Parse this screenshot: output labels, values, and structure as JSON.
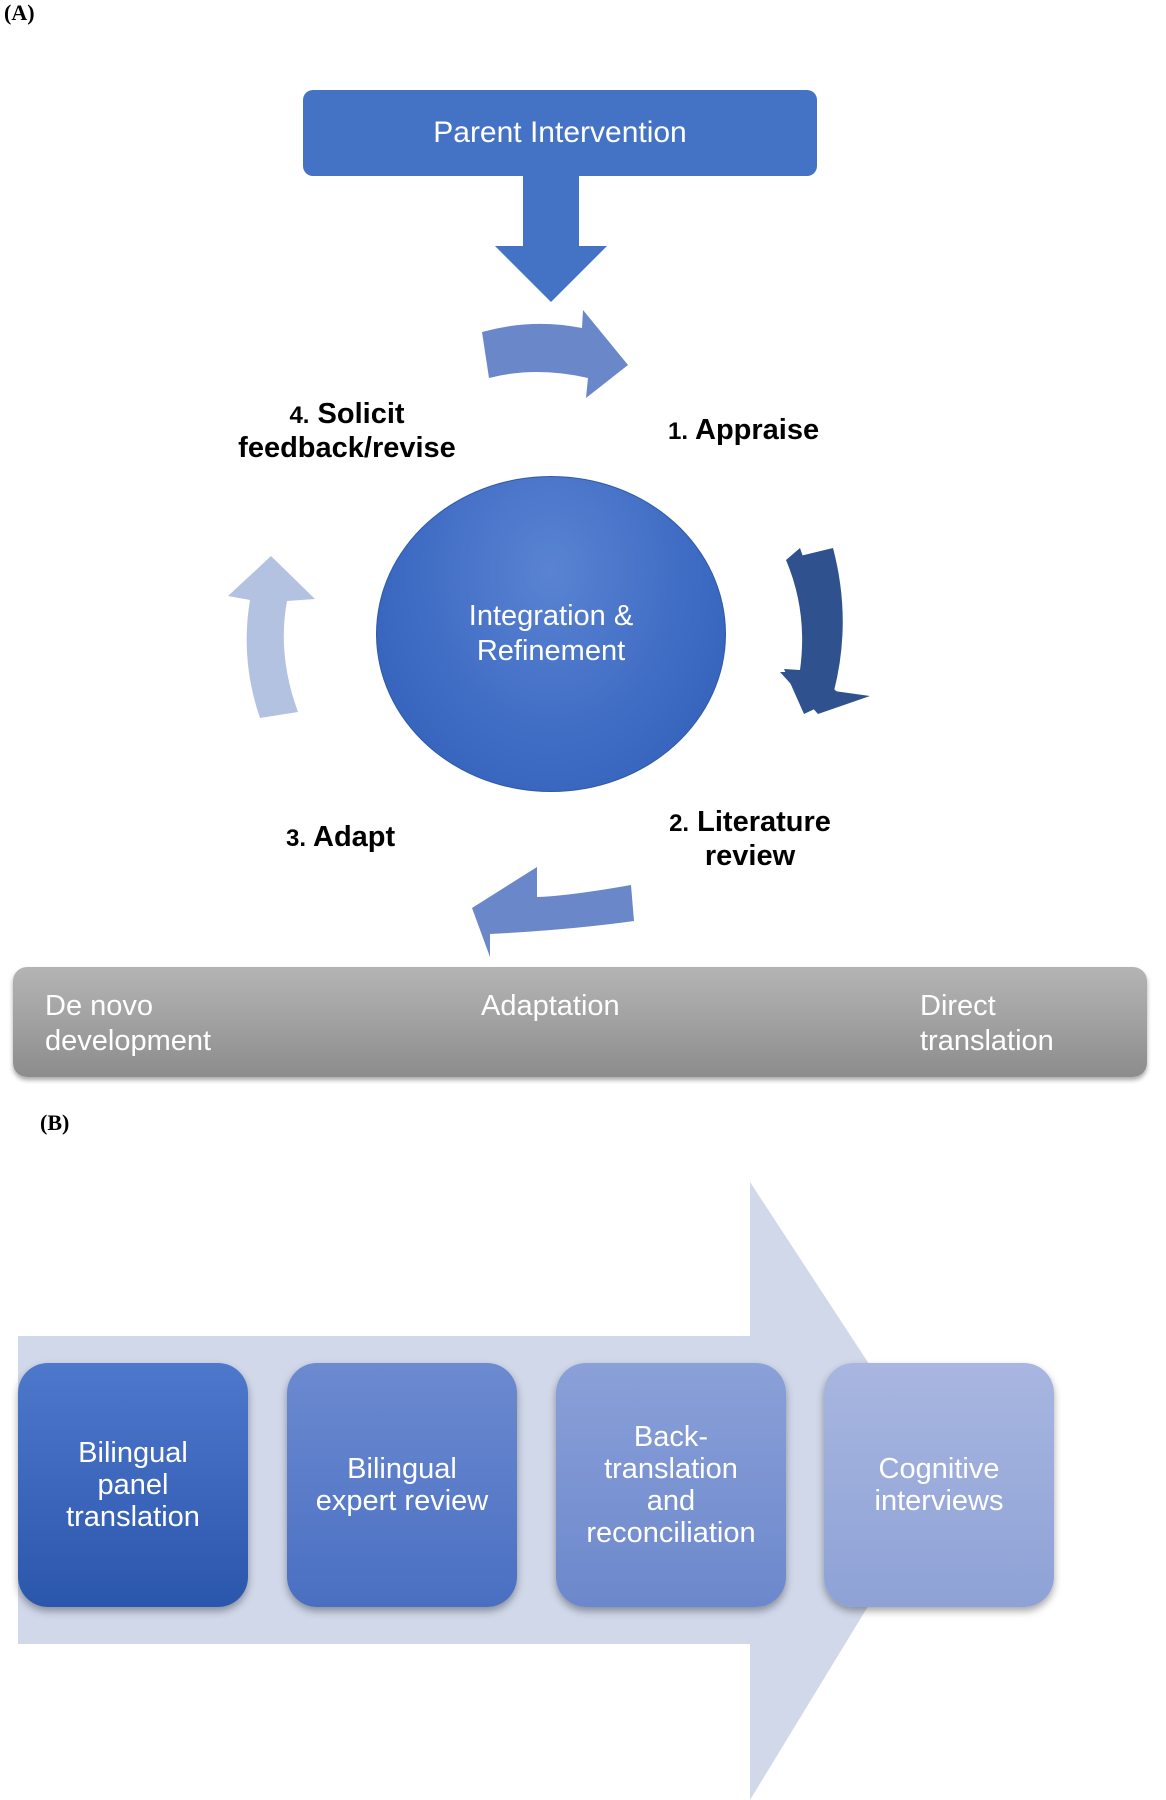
{
  "panel_a": {
    "label": "(A)",
    "parent_box": "Parent Intervention",
    "center": {
      "line1": "Integration &",
      "line2": "Refinement"
    },
    "steps": [
      {
        "num": "1.",
        "label": "Appraise"
      },
      {
        "num": "2.",
        "label_line1": "Literature",
        "label_line2": "review"
      },
      {
        "num": "3.",
        "label": "Adapt"
      },
      {
        "num": "4.",
        "label_line1": "Solicit",
        "label_line2": "feedback/revise"
      }
    ],
    "scale": {
      "left_line1": "De novo",
      "left_line2": "development",
      "middle": "Adaptation",
      "right_line1": "Direct",
      "right_line2": "translation"
    }
  },
  "panel_b": {
    "label": "(B)",
    "boxes": [
      {
        "lines": [
          "Bilingual",
          "panel",
          "translation"
        ]
      },
      {
        "lines": [
          "Bilingual",
          "expert review"
        ]
      },
      {
        "lines": [
          "Back-",
          "translation",
          "and",
          "reconciliation"
        ]
      },
      {
        "lines": [
          "Cognitive",
          "interviews"
        ]
      }
    ]
  },
  "colors": {
    "primary_blue": "#4472c4",
    "dark_blue": "#2f528f",
    "light_blue": "#b4c2e1",
    "arrow_band": "#d0d8ea",
    "scale_gray": "#a5a5a5"
  }
}
